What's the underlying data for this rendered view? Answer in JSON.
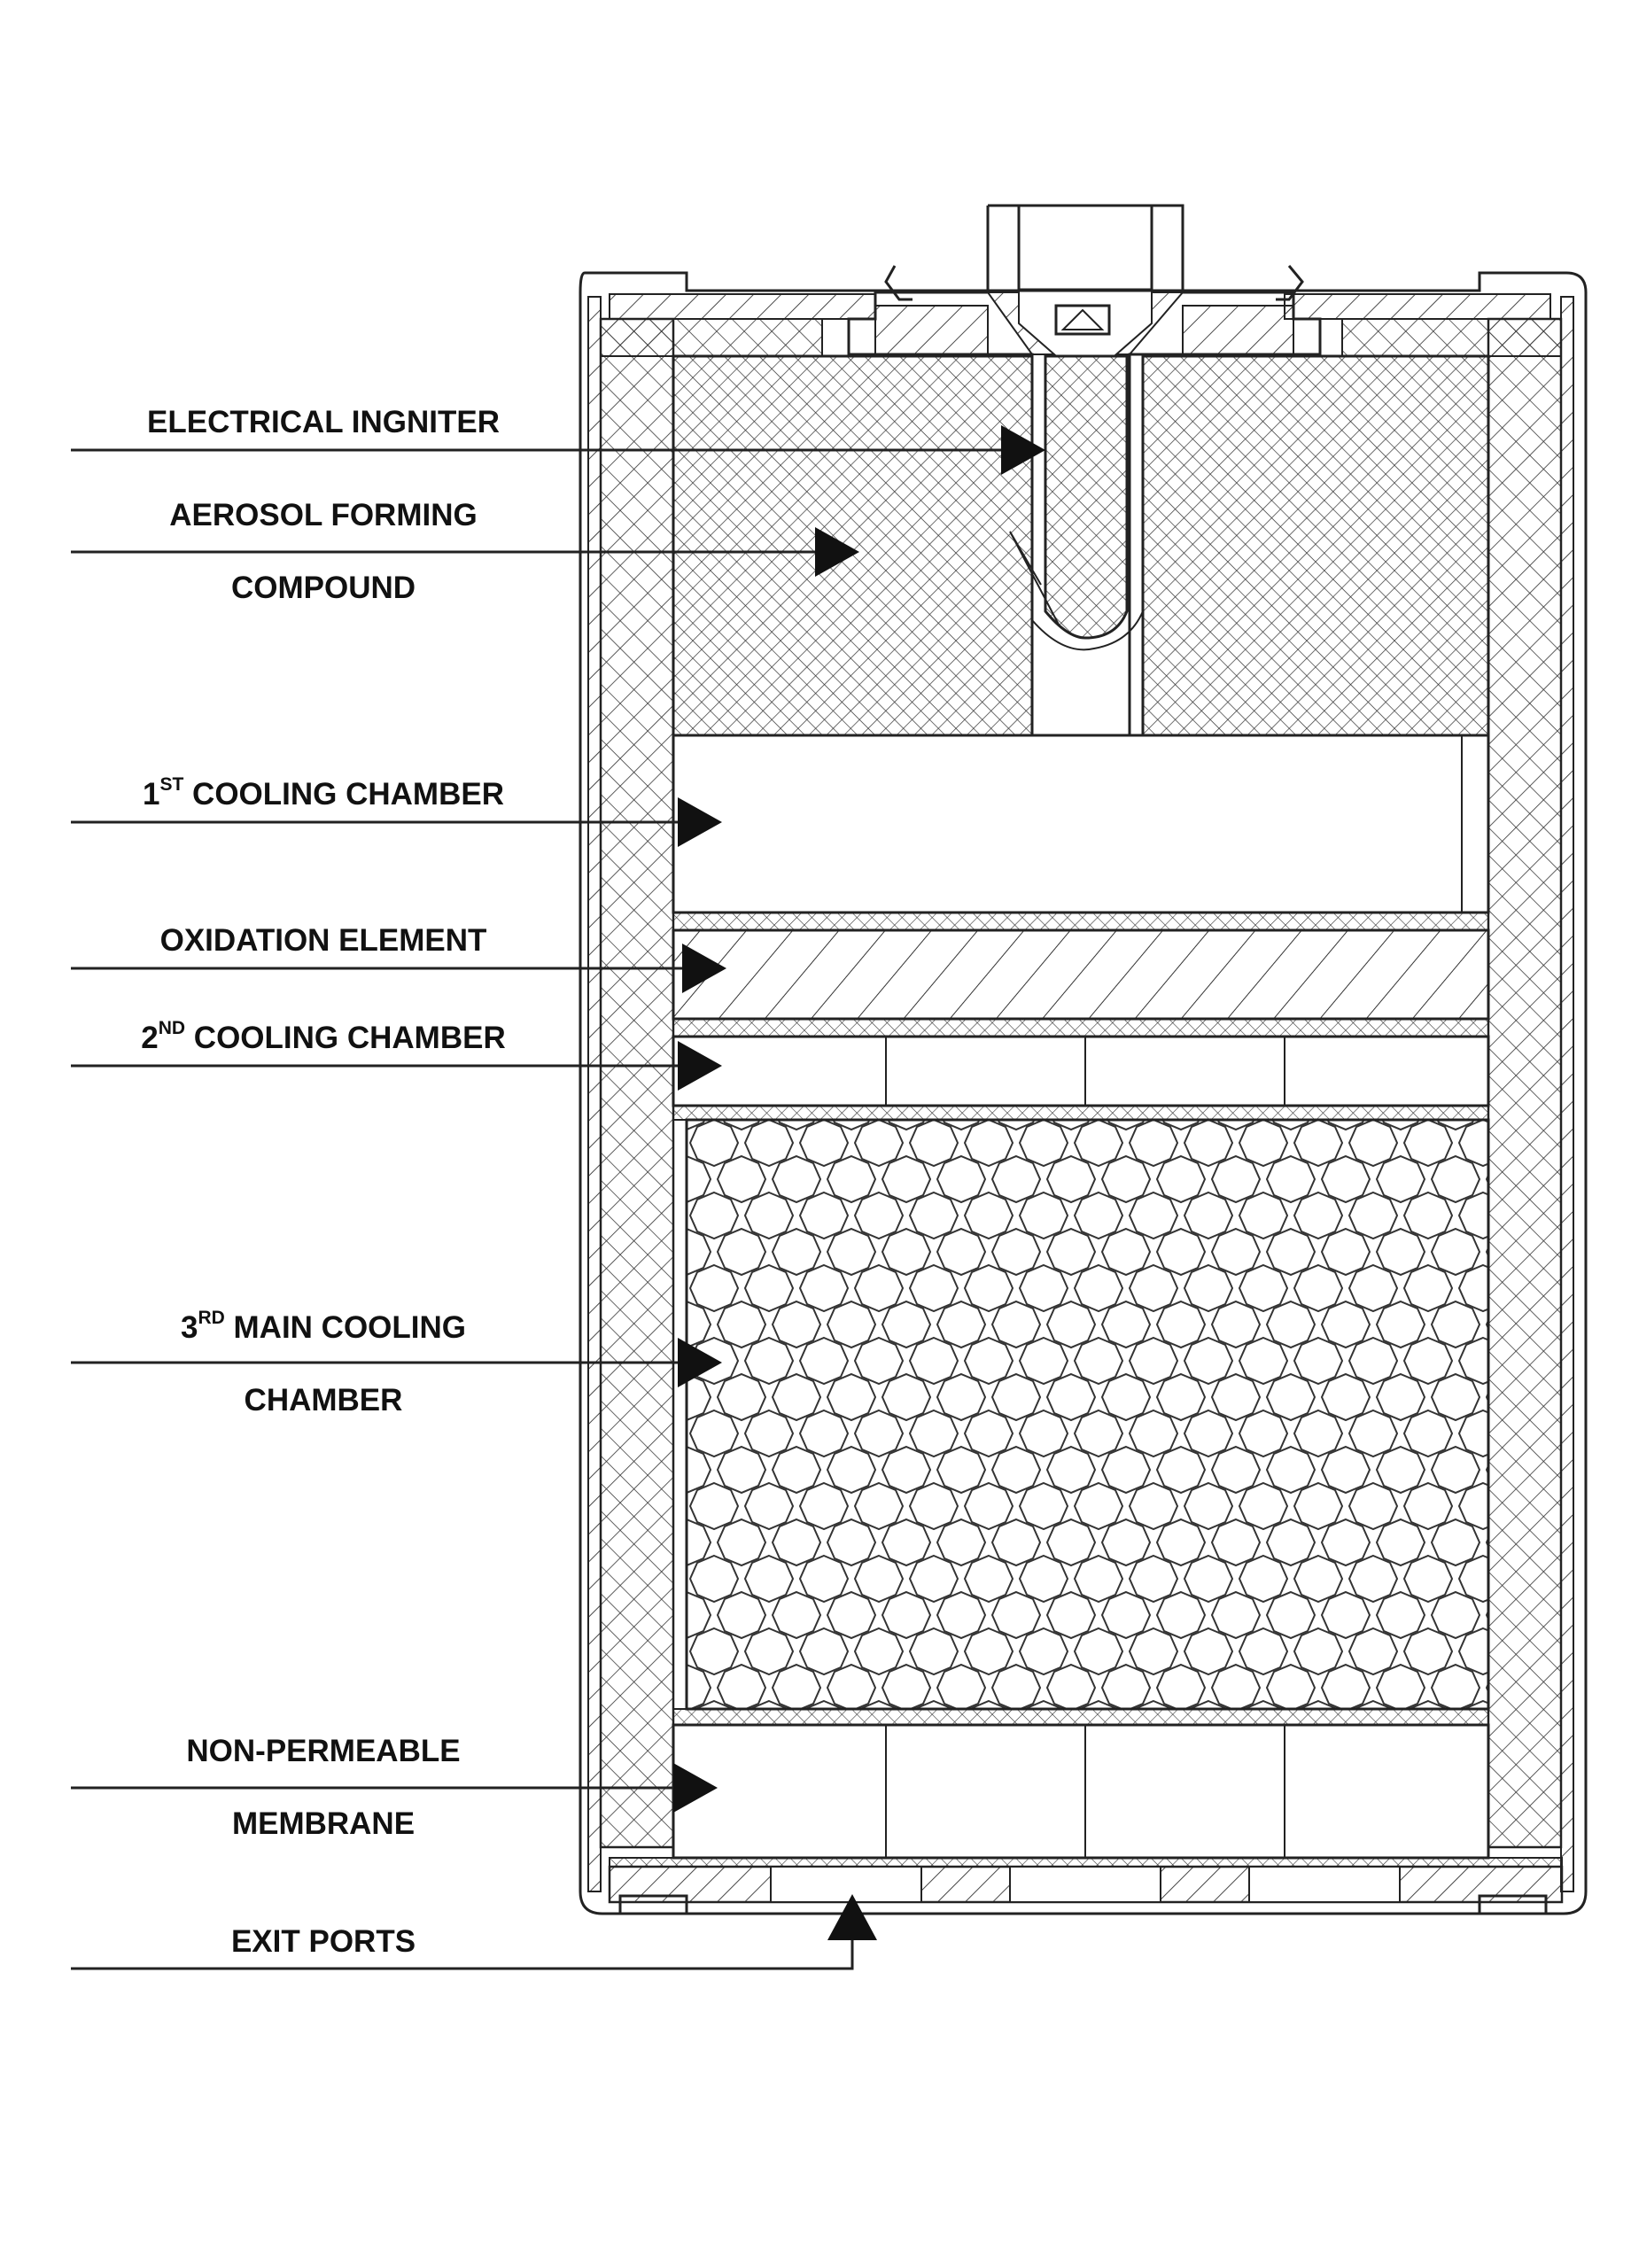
{
  "labels": [
    {
      "id": "igniter",
      "lines": [
        "ELECTRICAL INGNITER"
      ]
    },
    {
      "id": "aerosol",
      "lines": [
        "AEROSOL FORMING",
        "COMPOUND"
      ]
    },
    {
      "id": "cooling1",
      "lines": [
        "1",
        "ST",
        " COOLING CHAMBER"
      ]
    },
    {
      "id": "oxidation",
      "lines": [
        "OXIDATION ELEMENT"
      ]
    },
    {
      "id": "cooling2",
      "lines": [
        "2",
        "ND",
        " COOLING CHAMBER"
      ]
    },
    {
      "id": "cooling3",
      "lines": [
        "3",
        "RD",
        " MAIN COOLING",
        "CHAMBER"
      ]
    },
    {
      "id": "membrane",
      "lines": [
        "NON-PERMEABLE",
        "MEMBRANE"
      ]
    },
    {
      "id": "exit",
      "lines": [
        "EXIT PORTS"
      ]
    }
  ],
  "colors": {
    "ink": "#222222",
    "paper": "#ffffff"
  }
}
